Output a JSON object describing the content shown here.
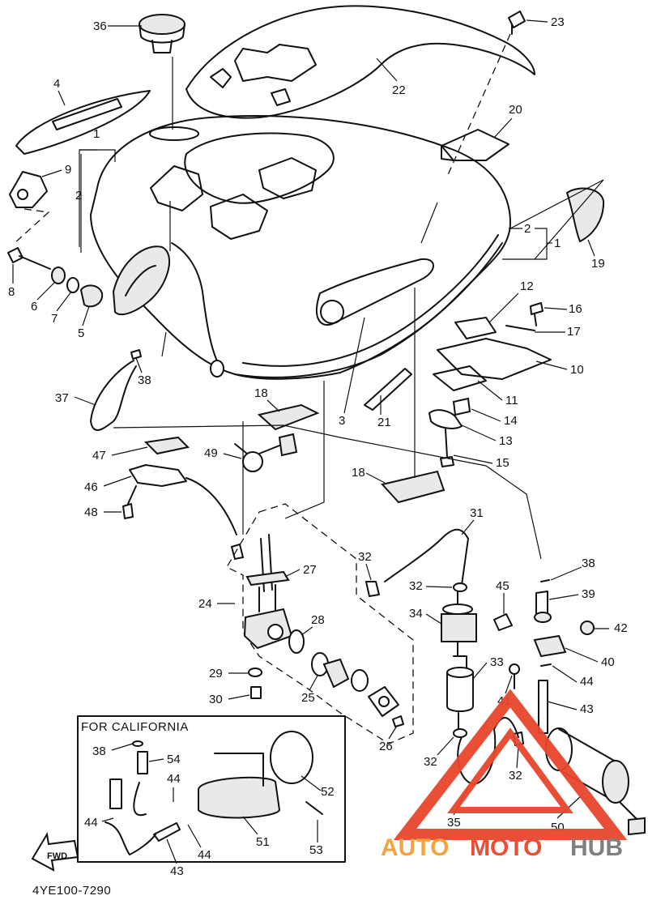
{
  "diagram": {
    "drawing_code": "4YE100-7290",
    "california_box_title": "FOR CALIFORNIA",
    "fwd_arrow_label": "FWD",
    "watermark": {
      "text_auto": "AUTO",
      "text_moto": "MOTO",
      "text_hub": "HUB",
      "color_primary": "#e8452c",
      "color_secondary": "#f2a03a",
      "color_dark": "#7a7a7a"
    },
    "callouts": {
      "c1a": "1",
      "c1b": "1",
      "c2a": "2",
      "c2b": "2",
      "c3": "3",
      "c4": "4",
      "c5": "5",
      "c6": "6",
      "c7": "7",
      "c8": "8",
      "c9": "9",
      "c10": "10",
      "c11": "11",
      "c12": "12",
      "c13": "13",
      "c14": "14",
      "c15": "15",
      "c16": "16",
      "c17": "17",
      "c18a": "18",
      "c18b": "18",
      "c19": "19",
      "c20": "20",
      "c21": "21",
      "c22": "22",
      "c23": "23",
      "c24": "24",
      "c25": "25",
      "c26": "26",
      "c27": "27",
      "c28": "28",
      "c29": "29",
      "c30": "30",
      "c31": "31",
      "c32a": "32",
      "c32b": "32",
      "c32c": "32",
      "c32d": "32",
      "c33": "33",
      "c34": "34",
      "c35": "35",
      "c36": "36",
      "c37": "37",
      "c38a": "38",
      "c38b": "38",
      "c38c": "38",
      "c39": "39",
      "c40": "40",
      "c41": "41",
      "c42": "42",
      "c43a": "43",
      "c43b": "43",
      "c44a": "44",
      "c44b": "44",
      "c44c": "44",
      "c44d": "44",
      "c45": "45",
      "c46": "46",
      "c47": "47",
      "c48": "48",
      "c49": "49",
      "c50": "50",
      "c51": "51",
      "c52": "52",
      "c53": "53",
      "c54": "54"
    }
  }
}
